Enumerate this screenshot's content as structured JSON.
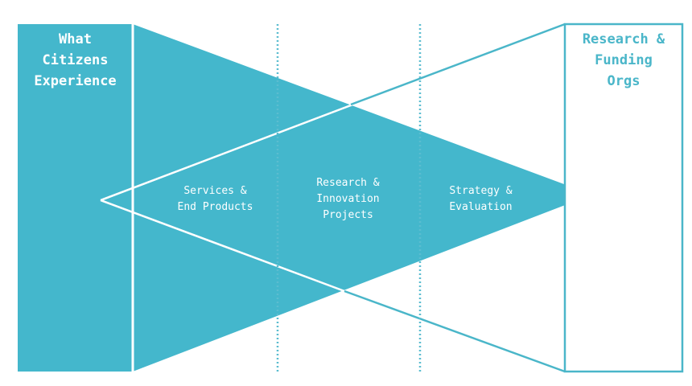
{
  "colors": {
    "teal": "#44b7cc",
    "teal_outline": "#4ab6c9",
    "white": "#ffffff",
    "divider": "#5bbdd0"
  },
  "labels": {
    "left_box": "What\nCitizens\nExperience",
    "right_box": "Research &\nFunding\nOrgs",
    "stage_1": "Services &\nEnd Products",
    "stage_2": "Research &\nInnovation\nProjects",
    "stage_3": "Strategy &\nEvaluation"
  }
}
